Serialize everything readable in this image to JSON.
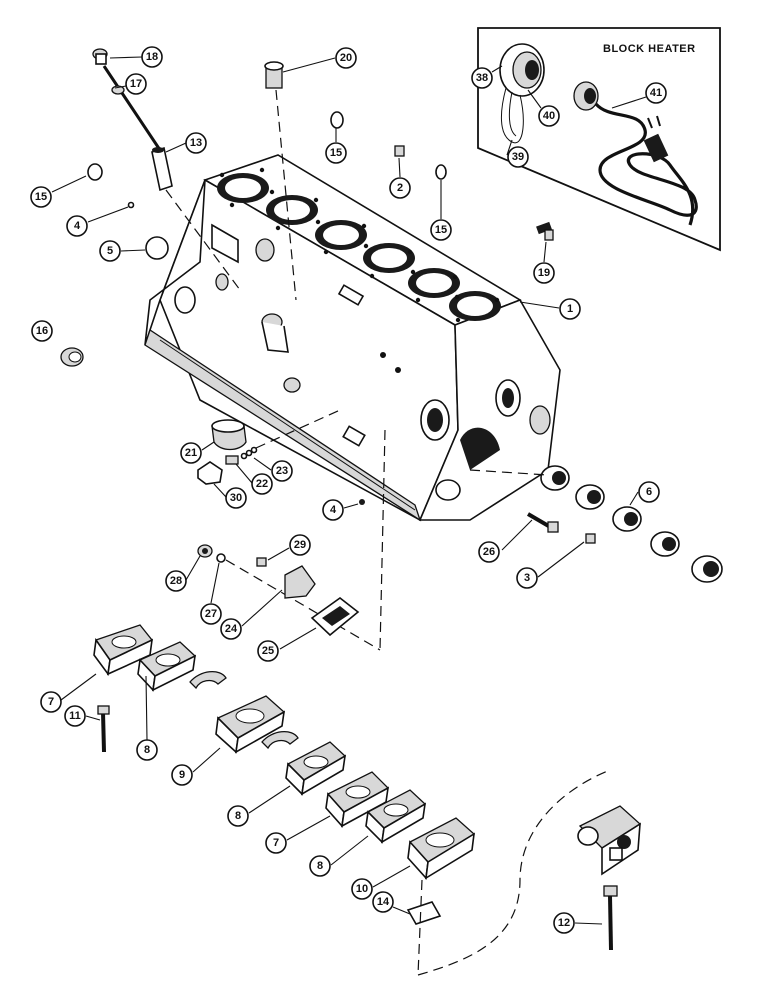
{
  "inset": {
    "title": "BLOCK HEATER"
  },
  "callouts": [
    {
      "id": "c18",
      "label": "18"
    },
    {
      "id": "c17",
      "label": "17"
    },
    {
      "id": "c13",
      "label": "13"
    },
    {
      "id": "c20",
      "label": "20"
    },
    {
      "id": "c15a",
      "label": "15"
    },
    {
      "id": "c2",
      "label": "2"
    },
    {
      "id": "c15b",
      "label": "15"
    },
    {
      "id": "c15c",
      "label": "15"
    },
    {
      "id": "c4a",
      "label": "4"
    },
    {
      "id": "c5",
      "label": "5"
    },
    {
      "id": "c16",
      "label": "16"
    },
    {
      "id": "c19",
      "label": "19"
    },
    {
      "id": "c1",
      "label": "1"
    },
    {
      "id": "c38",
      "label": "38"
    },
    {
      "id": "c40",
      "label": "40"
    },
    {
      "id": "c39",
      "label": "39"
    },
    {
      "id": "c41",
      "label": "41"
    },
    {
      "id": "c21",
      "label": "21"
    },
    {
      "id": "c23",
      "label": "23"
    },
    {
      "id": "c22",
      "label": "22"
    },
    {
      "id": "c30",
      "label": "30"
    },
    {
      "id": "c4b",
      "label": "4"
    },
    {
      "id": "c6",
      "label": "6"
    },
    {
      "id": "c26",
      "label": "26"
    },
    {
      "id": "c3",
      "label": "3"
    },
    {
      "id": "c29",
      "label": "29"
    },
    {
      "id": "c28",
      "label": "28"
    },
    {
      "id": "c27",
      "label": "27"
    },
    {
      "id": "c24",
      "label": "24"
    },
    {
      "id": "c25",
      "label": "25"
    },
    {
      "id": "c7a",
      "label": "7"
    },
    {
      "id": "c11",
      "label": "11"
    },
    {
      "id": "c8a",
      "label": "8"
    },
    {
      "id": "c9",
      "label": "9"
    },
    {
      "id": "c8b",
      "label": "8"
    },
    {
      "id": "c7b",
      "label": "7"
    },
    {
      "id": "c8c",
      "label": "8"
    },
    {
      "id": "c10",
      "label": "10"
    },
    {
      "id": "c14",
      "label": "14"
    },
    {
      "id": "c12",
      "label": "12"
    }
  ]
}
